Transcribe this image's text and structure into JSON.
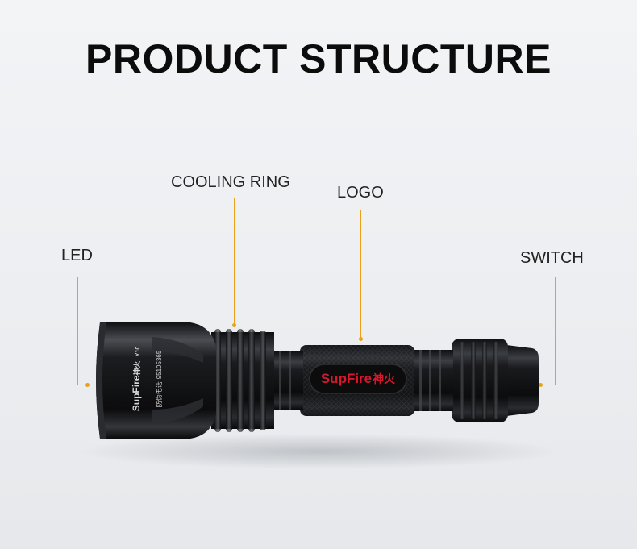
{
  "title": "PRODUCT STRUCTURE",
  "labels": {
    "led": "LED",
    "cooling_ring": "COOLING RING",
    "logo": "LOGO",
    "switch": "SWITCH"
  },
  "product": {
    "brand_text": "SupFire",
    "brand_cjk": "神火",
    "model": "Y10",
    "bezel_text_cjk": "防伪电话",
    "bezel_number": "95105365"
  },
  "colors": {
    "leader_line": "#e7a21a",
    "logo_red": "#d6172d",
    "body_black": "#151618"
  }
}
